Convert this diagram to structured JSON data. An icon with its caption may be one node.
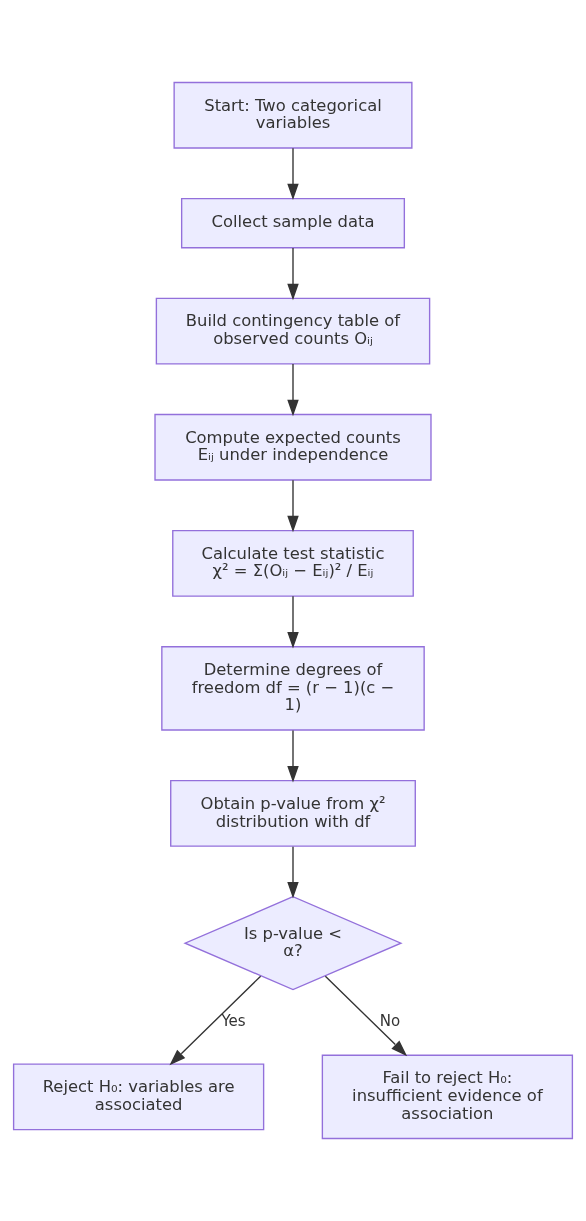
{
  "diagram": {
    "nodes": [
      {
        "text": [
          "Start: Two categorical variables"
        ]
      },
      {
        "text": [
          "Collect sample data"
        ]
      },
      {
        "text": [
          "Build contingency table of observed counts Oᵢⱼ"
        ]
      },
      {
        "text": [
          "Compute expected counts Eᵢⱼ under independence"
        ]
      },
      {
        "text": [
          "Calculate test statistic χ² = Σ(Oᵢⱼ − Eᵢⱼ)² / Eᵢⱼ"
        ]
      },
      {
        "text": [
          "Determine degrees of freedom df = (r − 1)(c − 1)"
        ]
      },
      {
        "text": [
          "Obtain p-value from χ² distribution with df"
        ]
      },
      {
        "text": [
          "Is p-value < α?"
        ]
      },
      {
        "text": [
          "Reject H₀: variables are associated"
        ]
      },
      {
        "text": [
          "Fail to reject H₀: insufficient evidence of association"
        ]
      }
    ],
    "edges": [
      {
        "from": 0,
        "to": 1,
        "arrow": "to"
      },
      {
        "from": 1,
        "to": 2,
        "arrow": "to"
      },
      {
        "from": 2,
        "to": 3,
        "arrow": "to"
      },
      {
        "from": 3,
        "to": 4,
        "arrow": "to"
      },
      {
        "from": 4,
        "to": 5,
        "arrow": "to"
      },
      {
        "from": 5,
        "to": 6,
        "arrow": "to"
      },
      {
        "from": 6,
        "to": 7,
        "arrow": "to"
      },
      {
        "from": 7,
        "to": 8,
        "arrow": "to",
        "label": "Yes"
      },
      {
        "from": 7,
        "to": 9,
        "arrow": "to",
        "label": "No"
      }
    ]
  }
}
